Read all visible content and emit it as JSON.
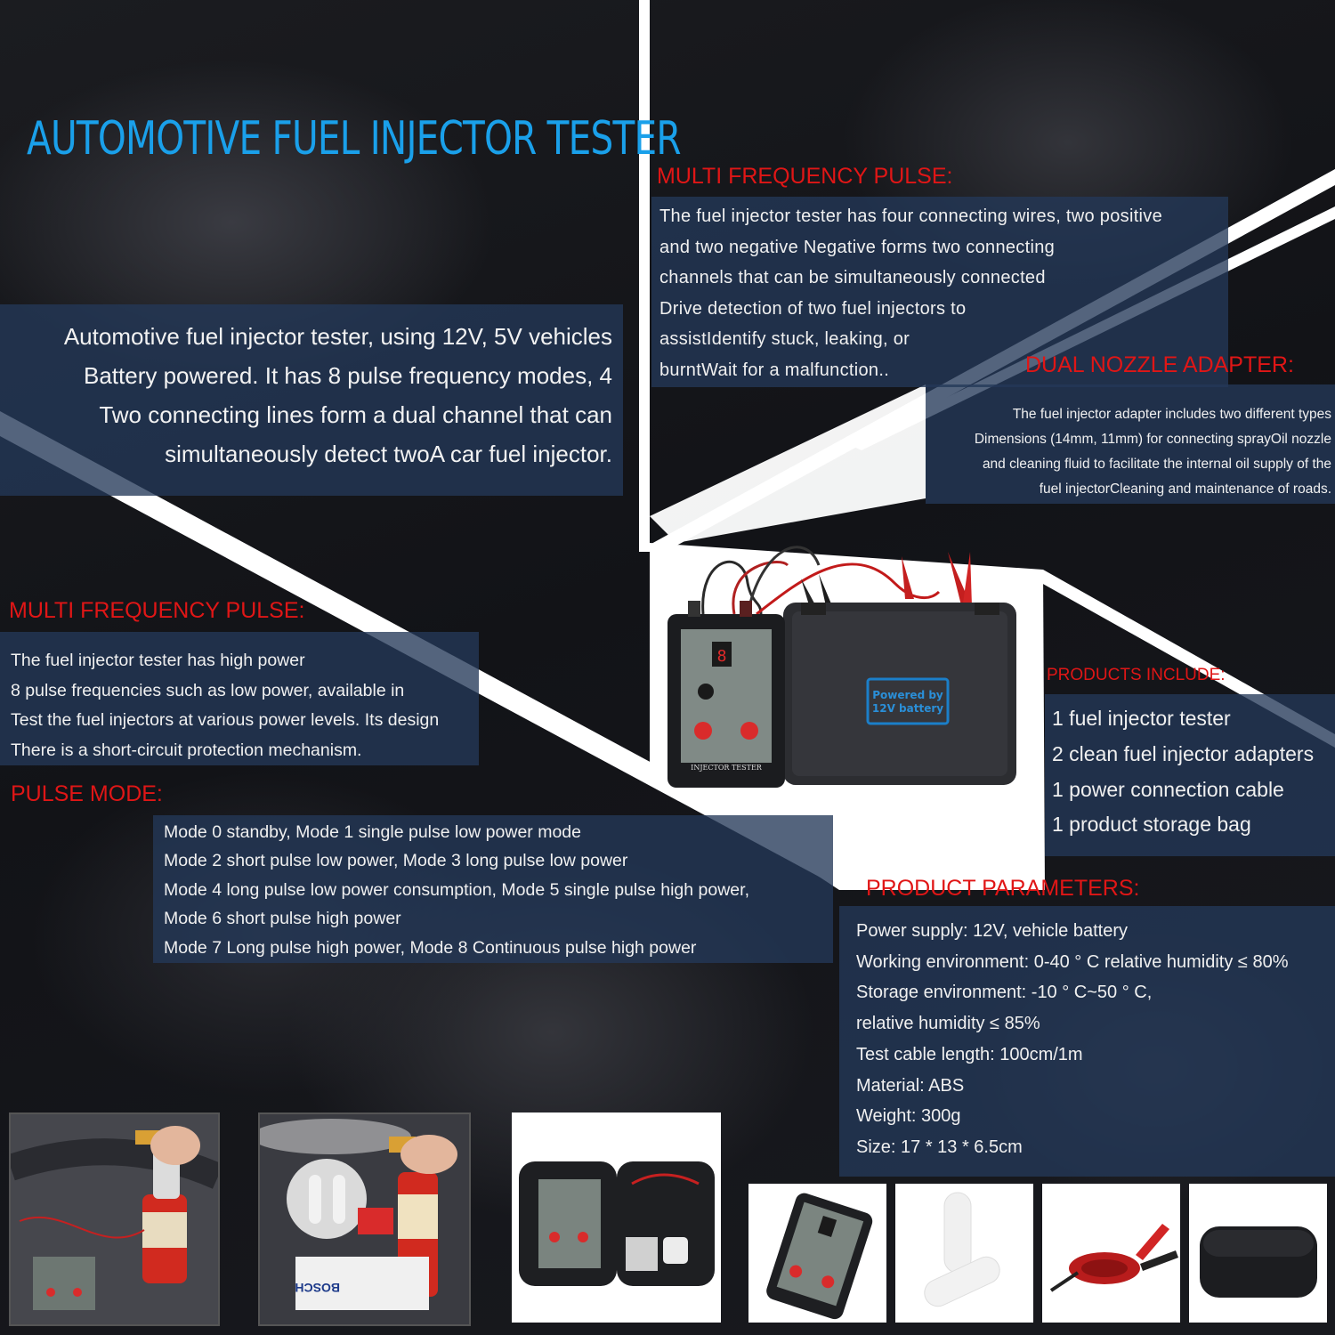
{
  "title": "AUTOMOTIVE FUEL INJECTOR TESTER",
  "intro": {
    "lines": [
      "Automotive fuel injector tester, using 12V, 5V vehicles",
      "Battery powered. It has 8 pulse frequency modes, 4",
      "Two connecting lines form a dual channel that can",
      "simultaneously detect twoA car fuel injector."
    ]
  },
  "multi_frequency_left": {
    "heading": "MULTI FREQUENCY PULSE:",
    "lines": [
      "The fuel injector tester has high power",
      "8 pulse frequencies such as low power, available in",
      "Test the fuel injectors at various power levels. Its design",
      "There is a short-circuit protection mechanism."
    ]
  },
  "pulse_mode": {
    "heading": "PULSE MODE:",
    "lines": [
      "Mode 0 standby, Mode 1 single pulse low power mode",
      "Mode 2 short pulse low power, Mode 3 long pulse low power",
      "Mode 4 long pulse low power consumption, Mode 5 single pulse high power,",
      "Mode 6 short pulse high power",
      "Mode 7 Long pulse high power, Mode 8 Continuous pulse high power"
    ]
  },
  "multi_frequency_right": {
    "heading": "MULTI FREQUENCY PULSE:",
    "lines": [
      "The fuel injector tester has four connecting wires, two positive",
      "and two negative Negative forms two connecting",
      "channels that can be simultaneously connected",
      "Drive detection of two fuel injectors to",
      "assistIdentify stuck, leaking, or",
      "burntWait for a malfunction.."
    ]
  },
  "dual_nozzle": {
    "heading": "DUAL NOZZLE ADAPTER:",
    "lines": [
      "The fuel injector adapter includes two different types",
      "Dimensions (14mm, 11mm) for connecting sprayOil nozzle",
      "and cleaning fluid to facilitate the internal oil supply of the",
      "fuel injectorCleaning and maintenance of roads."
    ]
  },
  "products_include": {
    "heading": "PRODUCTS INCLUDE:",
    "lines": [
      "1 fuel injector tester",
      "2 clean fuel injector adapters",
      "1 power connection cable",
      "1 product storage bag"
    ]
  },
  "product_parameters": {
    "heading": "PRODUCT PARAMETERS:",
    "lines": [
      "Power supply: 12V, vehicle battery",
      "Working environment: 0-40 ° C relative humidity ≤ 80%",
      "Storage environment: -10 ° C~50 ° C,",
      "relative humidity ≤ 85%",
      "Test cable length: 100cm/1m",
      "Material: ABS",
      "Weight: 300g",
      "Size: 17 * 13 * 6.5cm"
    ]
  },
  "device_image": {
    "tester_label": "INJECTOR TESTER",
    "battery_label_1": "Powered by",
    "battery_label_2": "12V battery"
  },
  "photo_labels": {
    "can_brand": "BOSCH"
  },
  "colors": {
    "title_blue": "#1aa0ea",
    "heading_red": "#e01616",
    "panel_blue": "#243858"
  }
}
